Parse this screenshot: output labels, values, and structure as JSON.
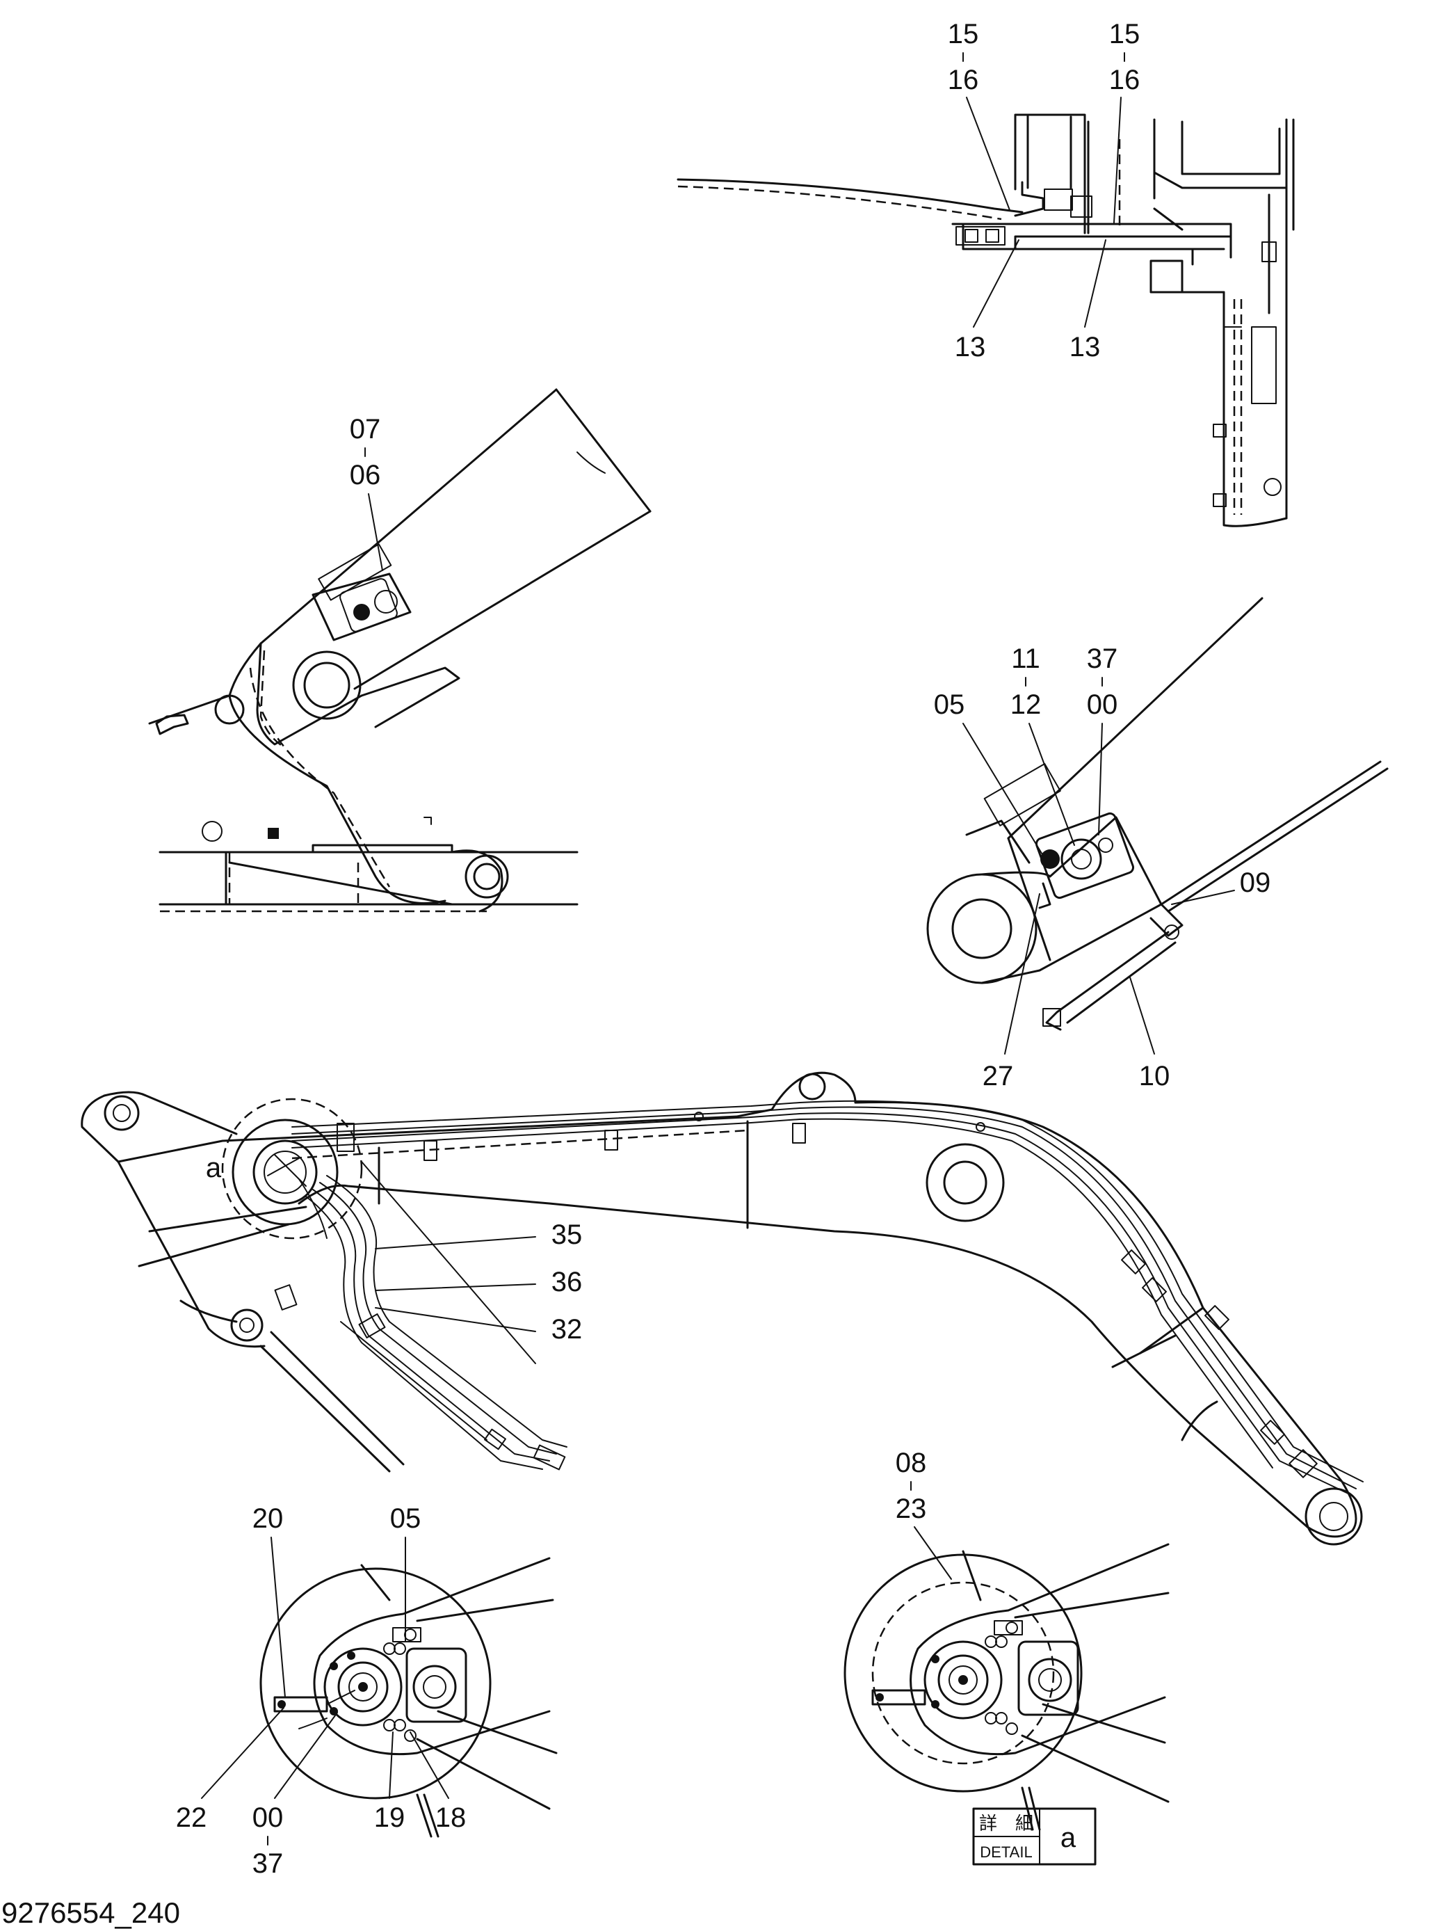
{
  "caption": "9276554_240",
  "detail_box": {
    "jp": "詳　細",
    "en": "DETAIL",
    "letter": "a"
  },
  "detail_marker": "a",
  "views": {
    "top_right": {
      "labels": [
        "15",
        "16",
        "15",
        "16",
        "13",
        "13"
      ]
    },
    "top_left": {
      "labels": [
        "07",
        "06"
      ]
    },
    "mid_right": {
      "labels": [
        "11",
        "12",
        "37",
        "00",
        "05",
        "09",
        "27",
        "10"
      ]
    },
    "boom": {
      "labels": [
        "35",
        "36",
        "32"
      ]
    },
    "bottom_left": {
      "labels": [
        "20",
        "05",
        "22",
        "00",
        "37",
        "19",
        "18"
      ]
    },
    "bottom_right": {
      "labels": [
        "08",
        "23"
      ]
    }
  }
}
